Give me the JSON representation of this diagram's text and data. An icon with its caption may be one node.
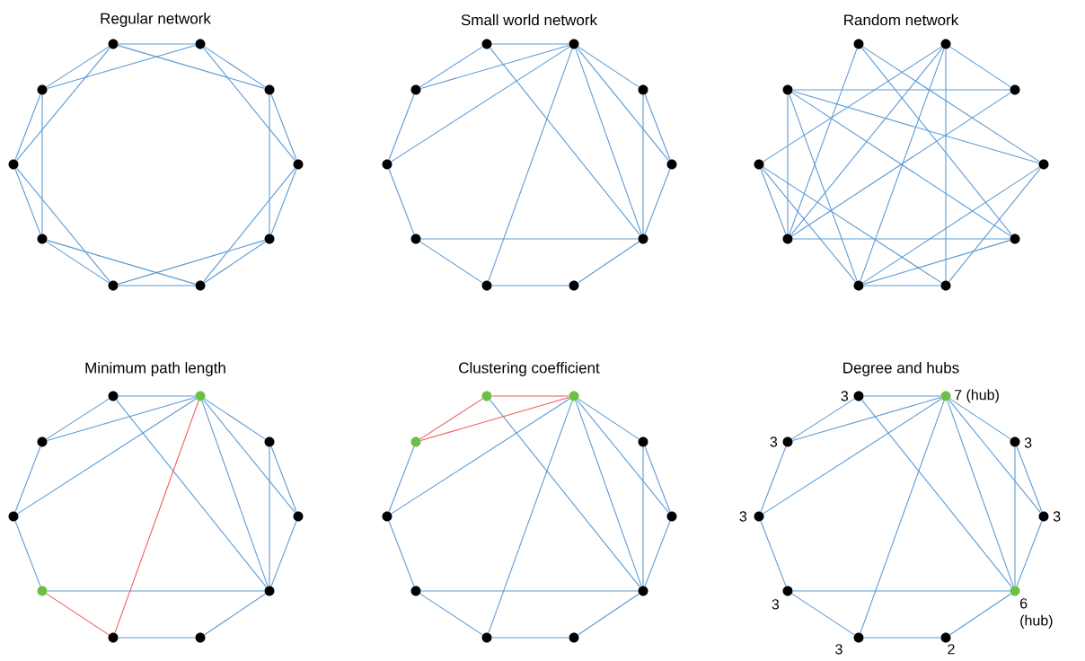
{
  "diagram": {
    "nodes": [
      {
        "text": [],
        "shape": "circle"
      },
      {
        "text": [],
        "shape": "circle"
      },
      {
        "text": [],
        "shape": "circle"
      },
      {
        "text": [],
        "shape": "circle"
      },
      {
        "text": [],
        "shape": "circle"
      },
      {
        "text": [],
        "shape": "circle"
      },
      {
        "text": [],
        "shape": "circle"
      },
      {
        "text": [],
        "shape": "circle"
      },
      {
        "text": [],
        "shape": "circle"
      },
      {
        "text": [],
        "shape": "circle"
      },
      {
        "text": [],
        "shape": "circle"
      },
      {
        "text": [],
        "shape": "circle"
      },
      {
        "text": [],
        "shape": "circle"
      },
      {
        "text": [],
        "shape": "circle"
      },
      {
        "text": [],
        "shape": "circle"
      },
      {
        "text": [],
        "shape": "circle"
      },
      {
        "text": [],
        "shape": "circle"
      },
      {
        "text": [],
        "shape": "circle"
      },
      {
        "text": [],
        "shape": "circle"
      },
      {
        "text": [],
        "shape": "circle"
      },
      {
        "text": [],
        "shape": "circle"
      },
      {
        "text": [],
        "shape": "circle"
      },
      {
        "text": [],
        "shape": "circle"
      },
      {
        "text": [],
        "shape": "circle"
      },
      {
        "text": [],
        "shape": "circle"
      },
      {
        "text": [],
        "shape": "circle"
      },
      {
        "text": [],
        "shape": "circle"
      },
      {
        "text": [],
        "shape": "circle"
      },
      {
        "text": [],
        "shape": "circle"
      },
      {
        "text": [],
        "shape": "circle"
      },
      {
        "text": [],
        "shape": "circle"
      },
      {
        "text": [],
        "shape": "circle"
      },
      {
        "text": [],
        "shape": "circle"
      },
      {
        "text": [],
        "shape": "circle"
      },
      {
        "text": [],
        "shape": "circle"
      },
      {
        "text": [],
        "shape": "circle"
      },
      {
        "text": [],
        "shape": "circle"
      },
      {
        "text": [],
        "shape": "circle"
      },
      {
        "text": [],
        "shape": "circle"
      },
      {
        "text": [],
        "shape": "circle"
      },
      {
        "text": [],
        "shape": "circle"
      },
      {
        "text": [],
        "shape": "circle"
      },
      {
        "text": [],
        "shape": "circle"
      },
      {
        "text": [],
        "shape": "circle"
      },
      {
        "text": [],
        "shape": "circle"
      },
      {
        "text": [],
        "shape": "circle"
      },
      {
        "text": [],
        "shape": "circle"
      },
      {
        "text": [],
        "shape": "circle"
      },
      {
        "text": [],
        "shape": "circle"
      },
      {
        "text": [],
        "shape": "circle"
      },
      {
        "text": [],
        "shape": "circle",
        "beside": [
          "3"
        ]
      },
      {
        "text": [],
        "shape": "circle",
        "beside": [
          "7 (hub)"
        ]
      },
      {
        "text": [],
        "shape": "circle",
        "beside": [
          "3"
        ]
      },
      {
        "text": [],
        "shape": "circle",
        "beside": [
          "3"
        ]
      },
      {
        "text": [],
        "shape": "circle",
        "beside": [
          "3"
        ]
      },
      {
        "text": [],
        "shape": "circle",
        "beside": [
          "3"
        ]
      },
      {
        "text": [],
        "shape": "circle",
        "beside": [
          "3"
        ]
      },
      {
        "text": [],
        "shape": "circle",
        "beside": [
          "6 (hub)"
        ]
      },
      {
        "text": [],
        "shape": "circle",
        "beside": [
          "3"
        ]
      },
      {
        "text": [],
        "shape": "circle",
        "beside": [
          "2"
        ]
      }
    ],
    "edges": [
      {
        "from": 0,
        "to": 1,
        "arrow": "none"
      },
      {
        "from": 1,
        "to": 3,
        "arrow": "none"
      },
      {
        "from": 3,
        "to": 5,
        "arrow": "none"
      },
      {
        "from": 5,
        "to": 7,
        "arrow": "none"
      },
      {
        "from": 7,
        "to": 9,
        "arrow": "none"
      },
      {
        "from": 9,
        "to": 8,
        "arrow": "none"
      },
      {
        "from": 8,
        "to": 6,
        "arrow": "none"
      },
      {
        "from": 6,
        "to": 4,
        "arrow": "none"
      },
      {
        "from": 4,
        "to": 2,
        "arrow": "none"
      },
      {
        "from": 2,
        "to": 0,
        "arrow": "none"
      },
      {
        "from": 0,
        "to": 3,
        "arrow": "none"
      },
      {
        "from": 1,
        "to": 5,
        "arrow": "none"
      },
      {
        "from": 3,
        "to": 7,
        "arrow": "none"
      },
      {
        "from": 5,
        "to": 9,
        "arrow": "none"
      },
      {
        "from": 7,
        "to": 8,
        "arrow": "none"
      },
      {
        "from": 9,
        "to": 6,
        "arrow": "none"
      },
      {
        "from": 8,
        "to": 4,
        "arrow": "none"
      },
      {
        "from": 6,
        "to": 2,
        "arrow": "none"
      },
      {
        "from": 4,
        "to": 0,
        "arrow": "none"
      },
      {
        "from": 2,
        "to": 1,
        "arrow": "none"
      },
      {
        "from": 10,
        "to": 11,
        "arrow": "none"
      },
      {
        "from": 10,
        "to": 12,
        "arrow": "none"
      },
      {
        "from": 10,
        "to": 17,
        "arrow": "none"
      },
      {
        "from": 11,
        "to": 12,
        "arrow": "none"
      },
      {
        "from": 11,
        "to": 14,
        "arrow": "none"
      },
      {
        "from": 11,
        "to": 18,
        "arrow": "none"
      },
      {
        "from": 11,
        "to": 17,
        "arrow": "none"
      },
      {
        "from": 11,
        "to": 15,
        "arrow": "none"
      },
      {
        "from": 11,
        "to": 13,
        "arrow": "none"
      },
      {
        "from": 13,
        "to": 15,
        "arrow": "none"
      },
      {
        "from": 13,
        "to": 17,
        "arrow": "none"
      },
      {
        "from": 15,
        "to": 17,
        "arrow": "none"
      },
      {
        "from": 17,
        "to": 19,
        "arrow": "none"
      },
      {
        "from": 17,
        "to": 16,
        "arrow": "none"
      },
      {
        "from": 19,
        "to": 18,
        "arrow": "none"
      },
      {
        "from": 18,
        "to": 16,
        "arrow": "none"
      },
      {
        "from": 16,
        "to": 14,
        "arrow": "none"
      },
      {
        "from": 14,
        "to": 12,
        "arrow": "none"
      },
      {
        "from": 20,
        "to": 26,
        "arrow": "none"
      },
      {
        "from": 20,
        "to": 25,
        "arrow": "none"
      },
      {
        "from": 20,
        "to": 27,
        "arrow": "none"
      },
      {
        "from": 21,
        "to": 23,
        "arrow": "none"
      },
      {
        "from": 21,
        "to": 29,
        "arrow": "none"
      },
      {
        "from": 21,
        "to": 24,
        "arrow": "none"
      },
      {
        "from": 21,
        "to": 26,
        "arrow": "none"
      },
      {
        "from": 21,
        "to": 28,
        "arrow": "none"
      },
      {
        "from": 22,
        "to": 23,
        "arrow": "none"
      },
      {
        "from": 22,
        "to": 26,
        "arrow": "none"
      },
      {
        "from": 22,
        "to": 25,
        "arrow": "none"
      },
      {
        "from": 22,
        "to": 27,
        "arrow": "none"
      },
      {
        "from": 22,
        "to": 28,
        "arrow": "none"
      },
      {
        "from": 24,
        "to": 26,
        "arrow": "none"
      },
      {
        "from": 24,
        "to": 28,
        "arrow": "none"
      },
      {
        "from": 24,
        "to": 29,
        "arrow": "none"
      },
      {
        "from": 26,
        "to": 23,
        "arrow": "none"
      },
      {
        "from": 26,
        "to": 27,
        "arrow": "none"
      },
      {
        "from": 28,
        "to": 29,
        "arrow": "none"
      },
      {
        "from": 28,
        "to": 25,
        "arrow": "none"
      },
      {
        "from": 28,
        "to": 27,
        "arrow": "none"
      },
      {
        "from": 29,
        "to": 25,
        "arrow": "none"
      },
      {
        "from": 30,
        "to": 31,
        "arrow": "none"
      },
      {
        "from": 30,
        "to": 32,
        "arrow": "none"
      },
      {
        "from": 30,
        "to": 37,
        "arrow": "none"
      },
      {
        "from": 31,
        "to": 32,
        "arrow": "none"
      },
      {
        "from": 31,
        "to": 34,
        "arrow": "none"
      },
      {
        "from": 31,
        "to": 38,
        "arrow": "none",
        "color": "#ef5b5b"
      },
      {
        "from": 31,
        "to": 37,
        "arrow": "none"
      },
      {
        "from": 31,
        "to": 35,
        "arrow": "none"
      },
      {
        "from": 31,
        "to": 33,
        "arrow": "none"
      },
      {
        "from": 33,
        "to": 35,
        "arrow": "none"
      },
      {
        "from": 33,
        "to": 37,
        "arrow": "none"
      },
      {
        "from": 35,
        "to": 37,
        "arrow": "none"
      },
      {
        "from": 37,
        "to": 39,
        "arrow": "none"
      },
      {
        "from": 37,
        "to": 36,
        "arrow": "none"
      },
      {
        "from": 39,
        "to": 38,
        "arrow": "none"
      },
      {
        "from": 38,
        "to": 36,
        "arrow": "none",
        "color": "#ef5b5b"
      },
      {
        "from": 36,
        "to": 34,
        "arrow": "none"
      },
      {
        "from": 34,
        "to": 32,
        "arrow": "none"
      },
      {
        "from": 40,
        "to": 41,
        "arrow": "none",
        "color": "#ef5b5b"
      },
      {
        "from": 40,
        "to": 42,
        "arrow": "none",
        "color": "#ef5b5b"
      },
      {
        "from": 40,
        "to": 47,
        "arrow": "none"
      },
      {
        "from": 41,
        "to": 42,
        "arrow": "none",
        "color": "#ef5b5b"
      },
      {
        "from": 41,
        "to": 44,
        "arrow": "none"
      },
      {
        "from": 41,
        "to": 48,
        "arrow": "none"
      },
      {
        "from": 41,
        "to": 47,
        "arrow": "none"
      },
      {
        "from": 41,
        "to": 45,
        "arrow": "none"
      },
      {
        "from": 41,
        "to": 43,
        "arrow": "none"
      },
      {
        "from": 43,
        "to": 45,
        "arrow": "none"
      },
      {
        "from": 43,
        "to": 47,
        "arrow": "none"
      },
      {
        "from": 45,
        "to": 47,
        "arrow": "none"
      },
      {
        "from": 47,
        "to": 49,
        "arrow": "none"
      },
      {
        "from": 47,
        "to": 46,
        "arrow": "none"
      },
      {
        "from": 49,
        "to": 48,
        "arrow": "none"
      },
      {
        "from": 48,
        "to": 46,
        "arrow": "none"
      },
      {
        "from": 46,
        "to": 44,
        "arrow": "none"
      },
      {
        "from": 44,
        "to": 42,
        "arrow": "none"
      },
      {
        "from": 50,
        "to": 51,
        "arrow": "none"
      },
      {
        "from": 50,
        "to": 52,
        "arrow": "none"
      },
      {
        "from": 50,
        "to": 57,
        "arrow": "none"
      },
      {
        "from": 51,
        "to": 52,
        "arrow": "none"
      },
      {
        "from": 51,
        "to": 54,
        "arrow": "none"
      },
      {
        "from": 51,
        "to": 58,
        "arrow": "none"
      },
      {
        "from": 51,
        "to": 57,
        "arrow": "none"
      },
      {
        "from": 51,
        "to": 55,
        "arrow": "none"
      },
      {
        "from": 51,
        "to": 53,
        "arrow": "none"
      },
      {
        "from": 53,
        "to": 55,
        "arrow": "none"
      },
      {
        "from": 53,
        "to": 57,
        "arrow": "none"
      },
      {
        "from": 55,
        "to": 57,
        "arrow": "none"
      },
      {
        "from": 57,
        "to": 59,
        "arrow": "none"
      },
      {
        "from": 57,
        "to": 56,
        "arrow": "none"
      },
      {
        "from": 59,
        "to": 58,
        "arrow": "none"
      },
      {
        "from": 58,
        "to": 56,
        "arrow": "none"
      },
      {
        "from": 56,
        "to": 54,
        "arrow": "none"
      },
      {
        "from": 54,
        "to": 52,
        "arrow": "none"
      }
    ],
    "labels": [
      "Regular network",
      "Small world network",
      "Random network",
      "Minimum path length",
      "Clustering coefficient",
      "Degree and hubs"
    ]
  }
}
